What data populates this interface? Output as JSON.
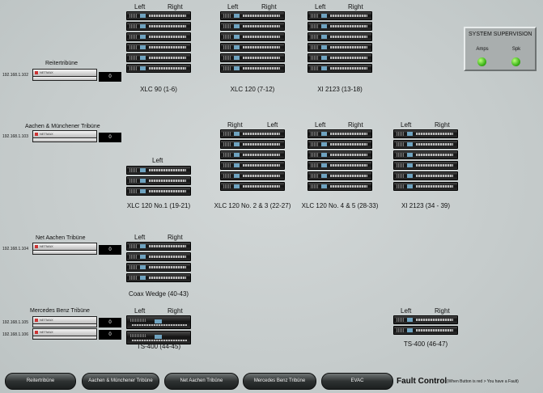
{
  "ui": {
    "channel_left": "Left",
    "channel_right": "Right",
    "device_brand": "NETMAX",
    "supervision": {
      "title": "SYSTEM SUPERVISION",
      "amps_label": "Amps",
      "spk_label": "Spk",
      "amps_status": "ok",
      "spk_status": "ok",
      "ok_color": "#3fb51a"
    },
    "fault": {
      "title": "Fault Control",
      "note": "(When Button is red > You have a Fault)"
    }
  },
  "stations": [
    {
      "name": "Reitertribüne",
      "ip": "192.168.1.102",
      "value": "0"
    },
    {
      "name": "Aachen & Münchener Tribüne",
      "ip": "192.168.1.103",
      "value": "0"
    },
    {
      "name": "Net Aachen Tribüne",
      "ip": "192.168.1.104",
      "value": "0"
    },
    {
      "name": "Mercedes Benz Tribüne",
      "ip_a": "192.168.1.105",
      "ip_b": "192.168.1.106",
      "value_a": "0",
      "value_b": "0"
    }
  ],
  "racks": [
    {
      "caption": "XLC 90 (1-6)",
      "units": 6,
      "channels": "lr"
    },
    {
      "caption": "XLC 120 (7-12)",
      "units": 6,
      "channels": "lr"
    },
    {
      "caption": "XI 2123 (13-18)",
      "units": 6,
      "channels": "lr"
    },
    {
      "caption": "XLC 120 No.1 (19-21)",
      "units": 3,
      "channels": "l"
    },
    {
      "caption": "XLC 120 No. 2 & 3 (22-27)",
      "units": 6,
      "channels": "rl"
    },
    {
      "caption": "XLC 120 No. 4 & 5 (28-33)",
      "units": 6,
      "channels": "lr"
    },
    {
      "caption": "XI 2123 (34 - 39)",
      "units": 6,
      "channels": "lr"
    },
    {
      "caption": "Coax Wedge (40-43)",
      "units": 4,
      "channels": "lr"
    },
    {
      "caption": "TS-400 (44-45)",
      "units": 2,
      "channels": "lr"
    },
    {
      "caption": "TS-400 (46-47)",
      "units": 2,
      "channels": "lr"
    }
  ],
  "buttons": [
    {
      "label": "Reitertribüne"
    },
    {
      "label": "Aachen & Münchener Tribüne"
    },
    {
      "label": "Net Aachen Tribüne"
    },
    {
      "label": "Mercedes Benz Tribüne"
    },
    {
      "label": "EVAC"
    }
  ]
}
